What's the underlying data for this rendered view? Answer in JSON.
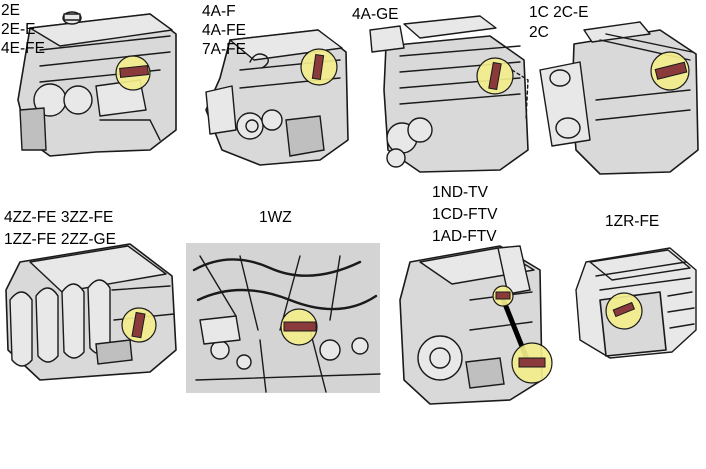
{
  "engines": [
    {
      "id": "2e",
      "labels": [
        "2E",
        "2E-E",
        "4E-FE"
      ]
    },
    {
      "id": "4a",
      "labels": [
        "4A-F",
        "4A-FE",
        "7A-FE"
      ]
    },
    {
      "id": "4age",
      "labels": [
        "4A-GE"
      ]
    },
    {
      "id": "1c",
      "labels": [
        "1C  2C-E",
        "2C"
      ]
    },
    {
      "id": "zz",
      "labels": [
        "4ZZ-FE  3ZZ-FE",
        "1ZZ-FE  2ZZ-GE"
      ]
    },
    {
      "id": "1wz",
      "labels": [
        "1WZ"
      ]
    },
    {
      "id": "1nd",
      "labels": [
        "1ND-TV",
        "1CD-FTV",
        "1AD-FTV"
      ]
    },
    {
      "id": "1zr",
      "labels": [
        "1ZR-FE"
      ]
    }
  ],
  "colors": {
    "highlight": "#f3ee8c",
    "connector": "#8a3a3a",
    "engine_fill": "#d9d9d9",
    "photo_background": "#d4d4d4"
  },
  "icons": {
    "diagnostic_connector": "dlc-connector-icon",
    "highlight_marker": "yellow-circle-highlight"
  }
}
